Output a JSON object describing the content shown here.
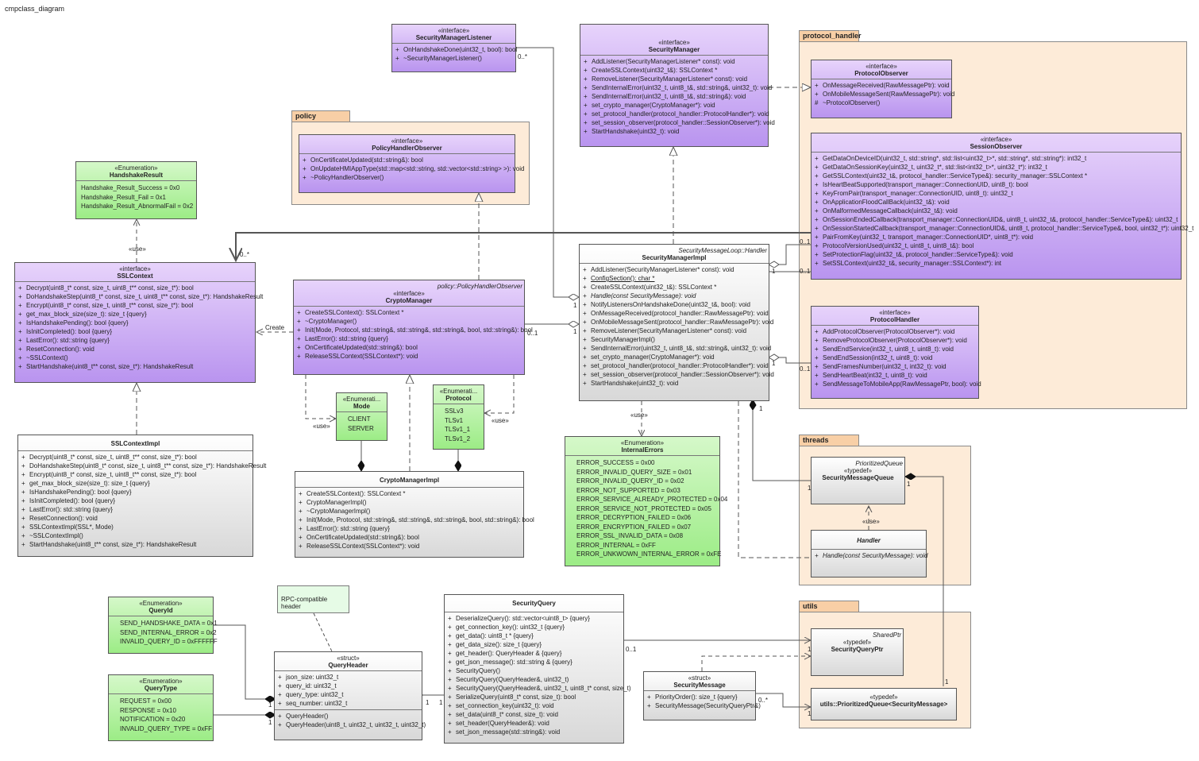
{
  "diagram_title": "cmpclass_diagram",
  "packages": {
    "protocol_handler": "protocol_handler",
    "policy": "policy",
    "threads": "threads",
    "utils": "utils"
  },
  "classes": {
    "security_manager_listener": {
      "stereotype": "«interface»",
      "name": "SecurityManagerListener",
      "members": [
        {
          "v": "+",
          "t": "OnHandshakeDone(uint32_t, bool): bool"
        },
        {
          "v": "+",
          "t": "~SecurityManagerListener()"
        }
      ]
    },
    "security_manager": {
      "stereotype": "«interface»",
      "name": "SecurityManager",
      "members": [
        {
          "v": "+",
          "t": "AddListener(SecurityManagerListener* const): void"
        },
        {
          "v": "+",
          "t": "CreateSSLContext(uint32_t&): SSLContext *"
        },
        {
          "v": "+",
          "t": "RemoveListener(SecurityManagerListener* const): void"
        },
        {
          "v": "+",
          "t": "SendInternalError(uint32_t, uint8_t&, std::string&, uint32_t): void"
        },
        {
          "v": "+",
          "t": "SendInternalError(uint32_t, uint8_t&, std::string&): void"
        },
        {
          "v": "+",
          "t": "set_crypto_manager(CryptoManager*): void"
        },
        {
          "v": "+",
          "t": "set_protocol_handler(protocol_handler::ProtocolHandler*): void"
        },
        {
          "v": "+",
          "t": "set_session_observer(protocol_handler::SessionObserver*): void"
        },
        {
          "v": "+",
          "t": "StartHandshake(uint32_t): void"
        }
      ]
    },
    "protocol_observer": {
      "stereotype": "«interface»",
      "name": "ProtocolObserver",
      "members": [
        {
          "v": "+",
          "t": "OnMessageReceived(RawMessagePtr): void"
        },
        {
          "v": "+",
          "t": "OnMobileMessageSent(RawMessagePtr): void"
        },
        {
          "v": "#",
          "t": "~ProtocolObserver()"
        }
      ]
    },
    "session_observer": {
      "stereotype": "«interface»",
      "name": "SessionObserver",
      "members": [
        {
          "v": "+",
          "t": "GetDataOnDeviceID(uint32_t, std::string*, std::list<uint32_t>*, std::string*, std::string*): int32_t"
        },
        {
          "v": "+",
          "t": "GetDataOnSessionKey(uint32_t, uint32_t*, std::list<int32_t>*, uint32_t*): int32_t"
        },
        {
          "v": "+",
          "t": "GetSSLContext(uint32_t&, protocol_handler::ServiceType&): security_manager::SSLContext *"
        },
        {
          "v": "+",
          "t": "IsHeartBeatSupported(transport_manager::ConnectionUID, uint8_t): bool"
        },
        {
          "v": "+",
          "t": "KeyFromPair(transport_manager::ConnectionUID, uint8_t): uint32_t"
        },
        {
          "v": "+",
          "t": "OnApplicationFloodCallBack(uint32_t&): void"
        },
        {
          "v": "+",
          "t": "OnMalformedMessageCallback(uint32_t&): void"
        },
        {
          "v": "+",
          "t": "OnSessionEndedCallback(transport_manager::ConnectionUID&, uint8_t, uint32_t&, protocol_handler::ServiceType&): uint32_t"
        },
        {
          "v": "+",
          "t": "OnSessionStartedCallback(transport_manager::ConnectionUID&, uint8_t, protocol_handler::ServiceType&, bool, uint32_t*): uint32_t"
        },
        {
          "v": "+",
          "t": "PairFromKey(uint32_t, transport_manager::ConnectionUID*, uint8_t*): void"
        },
        {
          "v": "+",
          "t": "ProtocolVersionUsed(uint32_t, uint8_t, uint8_t&): bool"
        },
        {
          "v": "+",
          "t": "SetProtectionFlag(uint32_t&, protocol_handler::ServiceType&): void"
        },
        {
          "v": "+",
          "t": "SetSSLContext(uint32_t&, security_manager::SSLContext*): int"
        }
      ]
    },
    "protocol_handler_if": {
      "stereotype": "«interface»",
      "name": "ProtocolHandler",
      "members": [
        {
          "v": "+",
          "t": "AddProtocolObserver(ProtocolObserver*): void"
        },
        {
          "v": "+",
          "t": "RemoveProtocolObserver(ProtocolObserver*): void"
        },
        {
          "v": "+",
          "t": "SendEndService(int32_t, uint8_t, uint8_t): void"
        },
        {
          "v": "+",
          "t": "SendEndSession(int32_t, uint8_t): void"
        },
        {
          "v": "+",
          "t": "SendFramesNumber(uint32_t, int32_t): void"
        },
        {
          "v": "+",
          "t": "SendHeartBeat(int32_t, uint8_t): void"
        },
        {
          "v": "+",
          "t": "SendMessageToMobileApp(RawMessagePtr, bool): void"
        }
      ]
    },
    "policy_handler_observer": {
      "stereotype": "«interface»",
      "name": "PolicyHandlerObserver",
      "members": [
        {
          "v": "+",
          "t": "OnCertificateUpdated(std::string&): bool"
        },
        {
          "v": "+",
          "t": "OnUpdateHMIAppType(std::map<std::string, std::vector<std::string> >): void"
        },
        {
          "v": "+",
          "t": "~PolicyHandlerObserver()"
        }
      ]
    },
    "handshake_result": {
      "stereotype": "«Enumeration»",
      "name": "HandshakeResult",
      "literals": [
        "Handshake_Result_Success = 0x0",
        "Handshake_Result_Fail = 0x1",
        "Handshake_Result_AbnormalFail = 0x2"
      ]
    },
    "ssl_context": {
      "stereotype": "«interface»",
      "name": "SSLContext",
      "members": [
        {
          "v": "+",
          "t": "Decrypt(uint8_t* const, size_t, uint8_t** const, size_t*): bool"
        },
        {
          "v": "+",
          "t": "DoHandshakeStep(uint8_t* const, size_t, uint8_t** const, size_t*): HandshakeResult"
        },
        {
          "v": "+",
          "t": "Encrypt(uint8_t* const, size_t, uint8_t** const, size_t*): bool"
        },
        {
          "v": "+",
          "t": "get_max_block_size(size_t): size_t {query}"
        },
        {
          "v": "+",
          "t": "IsHandshakePending(): bool {query}"
        },
        {
          "v": "+",
          "t": "IsInitCompleted(): bool {query}"
        },
        {
          "v": "+",
          "t": "LastError(): std::string {query}"
        },
        {
          "v": "+",
          "t": "ResetConnection(): void"
        },
        {
          "v": "+",
          "t": "~SSLContext()"
        },
        {
          "v": "+",
          "t": "StartHandshake(uint8_t** const, size_t*): HandshakeResult"
        }
      ]
    },
    "crypto_manager": {
      "stereotype": "«interface»",
      "name": "CryptoManager",
      "realizes": "policy::PolicyHandlerObserver",
      "members": [
        {
          "v": "+",
          "t": "CreateSSLContext(): SSLContext *"
        },
        {
          "v": "+",
          "t": "~CryptoManager()"
        },
        {
          "v": "+",
          "t": "Init(Mode, Protocol, std::string&, std::string&, std::string&, bool, std::string&): bool"
        },
        {
          "v": "+",
          "t": "LastError(): std::string {query}"
        },
        {
          "v": "+",
          "t": "OnCertificateUpdated(std::string&): bool"
        },
        {
          "v": "+",
          "t": "ReleaseSSLContext(SSLContext*): void"
        }
      ]
    },
    "security_manager_impl": {
      "stereotype": "",
      "name": "SecurityManagerImpl",
      "realizes": "SecurityMessageLoop::Handler",
      "members": [
        {
          "v": "+",
          "t": "AddListener(SecurityManagerListener* const): void"
        },
        {
          "v": "+",
          "t": "ConfigSection(): char *",
          "ul": true
        },
        {
          "v": "+",
          "t": "CreateSSLContext(uint32_t&): SSLContext *"
        },
        {
          "v": "+",
          "t": "Handle(const SecurityMessage): void",
          "it": true
        },
        {
          "v": "+",
          "t": "NotifyListenersOnHandshakeDone(uint32_t&, bool): void"
        },
        {
          "v": "+",
          "t": "OnMessageReceived(protocol_handler::RawMessagePtr): void"
        },
        {
          "v": "+",
          "t": "OnMobileMessageSent(protocol_handler::RawMessagePtr): void"
        },
        {
          "v": "+",
          "t": "RemoveListener(SecurityManagerListener* const): void"
        },
        {
          "v": "+",
          "t": "SecurityManagerImpl()"
        },
        {
          "v": "+",
          "t": "SendInternalError(uint32_t, uint8_t&, std::string&, uint32_t): void"
        },
        {
          "v": "+",
          "t": "set_crypto_manager(CryptoManager*): void"
        },
        {
          "v": "+",
          "t": "set_protocol_handler(protocol_handler::ProtocolHandler*): void"
        },
        {
          "v": "+",
          "t": "set_session_observer(protocol_handler::SessionObserver*): void"
        },
        {
          "v": "+",
          "t": "StartHandshake(uint32_t): void"
        }
      ]
    },
    "mode": {
      "stereotype": "«Enumerati...",
      "name": "Mode",
      "literals": [
        "CLIENT",
        "SERVER"
      ]
    },
    "protocol": {
      "stereotype": "«Enumerati...",
      "name": "Protocol",
      "literals": [
        "SSLv3",
        "TLSv1",
        "TLSv1_1",
        "TLSv1_2"
      ]
    },
    "ssl_context_impl": {
      "stereotype": "",
      "name": "SSLContextImpl",
      "members": [
        {
          "v": "+",
          "t": "Decrypt(uint8_t* const, size_t, uint8_t** const, size_t*): bool"
        },
        {
          "v": "+",
          "t": "DoHandshakeStep(uint8_t* const, size_t, uint8_t** const, size_t*): HandshakeResult"
        },
        {
          "v": "+",
          "t": "Encrypt(uint8_t* const, size_t, uint8_t** const, size_t*): bool"
        },
        {
          "v": "+",
          "t": "get_max_block_size(size_t): size_t {query}"
        },
        {
          "v": "+",
          "t": "IsHandshakePending(): bool {query}"
        },
        {
          "v": "+",
          "t": "IsInitCompleted(): bool {query}"
        },
        {
          "v": "+",
          "t": "LastError(): std::string {query}"
        },
        {
          "v": "+",
          "t": "ResetConnection(): void"
        },
        {
          "v": "+",
          "t": "SSLContextImpl(SSL*, Mode)"
        },
        {
          "v": "+",
          "t": "~SSLContextImpl()"
        },
        {
          "v": "+",
          "t": "StartHandshake(uint8_t** const, size_t*): HandshakeResult"
        }
      ]
    },
    "crypto_manager_impl": {
      "stereotype": "",
      "name": "CryptoManagerImpl",
      "members": [
        {
          "v": "+",
          "t": "CreateSSLContext(): SSLContext *"
        },
        {
          "v": "+",
          "t": "CryptoManagerImpl()"
        },
        {
          "v": "+",
          "t": "~CryptoManagerImpl()"
        },
        {
          "v": "+",
          "t": "Init(Mode, Protocol, std::string&, std::string&, std::string&, bool, std::string&): bool"
        },
        {
          "v": "+",
          "t": "LastError(): std::string {query}"
        },
        {
          "v": "+",
          "t": "OnCertificateUpdated(std::string&): bool"
        },
        {
          "v": "+",
          "t": "ReleaseSSLContext(SSLContext*): void"
        }
      ]
    },
    "internal_errors": {
      "stereotype": "«Enumeration»",
      "name": "InternalErrors",
      "literals": [
        "ERROR_SUCCESS = 0x00",
        "ERROR_INVALID_QUERY_SIZE = 0x01",
        "ERROR_INVALID_QUERY_ID = 0x02",
        "ERROR_NOT_SUPPORTED = 0x03",
        "ERROR_SERVICE_ALREADY_PROTECTED = 0x04",
        "ERROR_SERVICE_NOT_PROTECTED = 0x05",
        "ERROR_DECRYPTION_FAILED = 0x06",
        "ERROR_ENCRYPTION_FAILED = 0x07",
        "ERROR_SSL_INVALID_DATA = 0x08",
        "ERROR_INTERNAL = 0xFF",
        "ERROR_UNKWOWN_INTERNAL_ERROR = 0xFE"
      ]
    },
    "security_message_queue": {
      "stereotype": "«typedef»",
      "name": "SecurityMessageQueue",
      "realizes": "PrioritizedQueue"
    },
    "handler": {
      "stereotype": "",
      "name": "Handler",
      "members": [
        {
          "v": "+",
          "t": "Handle(const SecurityMessage): void",
          "it": true
        }
      ]
    },
    "security_query_ptr": {
      "stereotype": "«typedef»",
      "name": "SecurityQueryPtr",
      "realizes": "SharedPtr"
    },
    "prioritized_queue_sm": {
      "stereotype": "«typedef»",
      "name": "utils::PrioritizedQueue<SecurityMessage>"
    },
    "query_id": {
      "stereotype": "«Enumeration»",
      "name": "QueryId",
      "literals": [
        "SEND_HANDSHAKE_DATA = 0x1",
        "SEND_INTERNAL_ERROR = 0x2",
        "INVALID_QUERY_ID = 0xFFFFFF"
      ]
    },
    "query_type": {
      "stereotype": "«Enumeration»",
      "name": "QueryType",
      "literals": [
        "REQUEST = 0x00",
        "RESPONSE = 0x10",
        "NOTIFICATION = 0x20",
        "INVALID_QUERY_TYPE = 0xFF"
      ]
    },
    "query_header": {
      "stereotype": "«struct»",
      "name": "QueryHeader",
      "attributes": [
        {
          "v": "+",
          "t": "json_size: uint32_t"
        },
        {
          "v": "+",
          "t": "query_id: uint32_t"
        },
        {
          "v": "+",
          "t": "query_type: uint32_t"
        },
        {
          "v": "+",
          "t": "seq_number: uint32_t"
        }
      ],
      "members": [
        {
          "v": "+",
          "t": "QueryHeader()"
        },
        {
          "v": "+",
          "t": "QueryHeader(uint8_t, uint32_t, uint32_t, uint32_t)"
        }
      ]
    },
    "security_query": {
      "stereotype": "",
      "name": "SecurityQuery",
      "members": [
        {
          "v": "+",
          "t": "DeserializeQuery(): std::vector<uint8_t> {query}"
        },
        {
          "v": "+",
          "t": "get_connection_key(): uint32_t {query}"
        },
        {
          "v": "+",
          "t": "get_data(): uint8_t * {query}"
        },
        {
          "v": "+",
          "t": "get_data_size(): size_t {query}"
        },
        {
          "v": "+",
          "t": "get_header(): QueryHeader & {query}"
        },
        {
          "v": "+",
          "t": "get_json_message(): std::string & {query}"
        },
        {
          "v": "+",
          "t": "SecurityQuery()"
        },
        {
          "v": "+",
          "t": "SecurityQuery(QueryHeader&, uint32_t)"
        },
        {
          "v": "+",
          "t": "SecurityQuery(QueryHeader&, uint32_t, uint8_t* const, size_t)"
        },
        {
          "v": "+",
          "t": "SerializeQuery(uint8_t* const, size_t): bool"
        },
        {
          "v": "+",
          "t": "set_connection_key(uint32_t): void"
        },
        {
          "v": "+",
          "t": "set_data(uint8_t* const, size_t): void"
        },
        {
          "v": "+",
          "t": "set_header(QueryHeader&): void"
        },
        {
          "v": "+",
          "t": "set_json_message(std::string&): void"
        }
      ]
    },
    "security_message": {
      "stereotype": "«struct»",
      "name": "SecurityMessage",
      "members": [
        {
          "v": "+",
          "t": "PriorityOrder(): size_t {query}"
        },
        {
          "v": "+",
          "t": "SecurityMessage(SecurityQueryPtr&)"
        }
      ]
    }
  },
  "note": "RPC-compatible header",
  "edge_labels": {
    "m_0_star_listener": "0..*",
    "m_0_star_ssl": "0..*",
    "use_handshake": "«use»",
    "create": "Create",
    "m_1_smi_listener": "1",
    "m_1_smi_crypto": "1",
    "m_0_1_crypto": "0..1",
    "m_0_1_so1": "0..1",
    "m_1_so1": "1",
    "m_0_1_so2": "0..1",
    "m_0_1_ph": "0..1",
    "m_1_ph": "1",
    "use_mode": "«use»",
    "use_protocol": "«use»",
    "use_errors": "«use»",
    "m_1_smi_queue": "1",
    "m_1_queue_left": "1",
    "m_1_queue_right": "1",
    "use_handler": "«use»",
    "m_1_ptr": "1",
    "m_0_1_query": "0..1",
    "m_0_star_msg": "0..*",
    "m_1_pq_left": "1",
    "m_1_pq_right": "1",
    "m_1_qid": "1",
    "m_1_qtype": "1",
    "m_1_qh": "1",
    "m_1_sq": "1"
  },
  "colors": {
    "interface_top": "#e7d3fb",
    "interface_bottom": "#b994ef",
    "enum_top": "#d5f8c9",
    "enum_bottom": "#9cec86",
    "package_fill": "#fdebd8",
    "package_tab": "#f8cfa6"
  }
}
